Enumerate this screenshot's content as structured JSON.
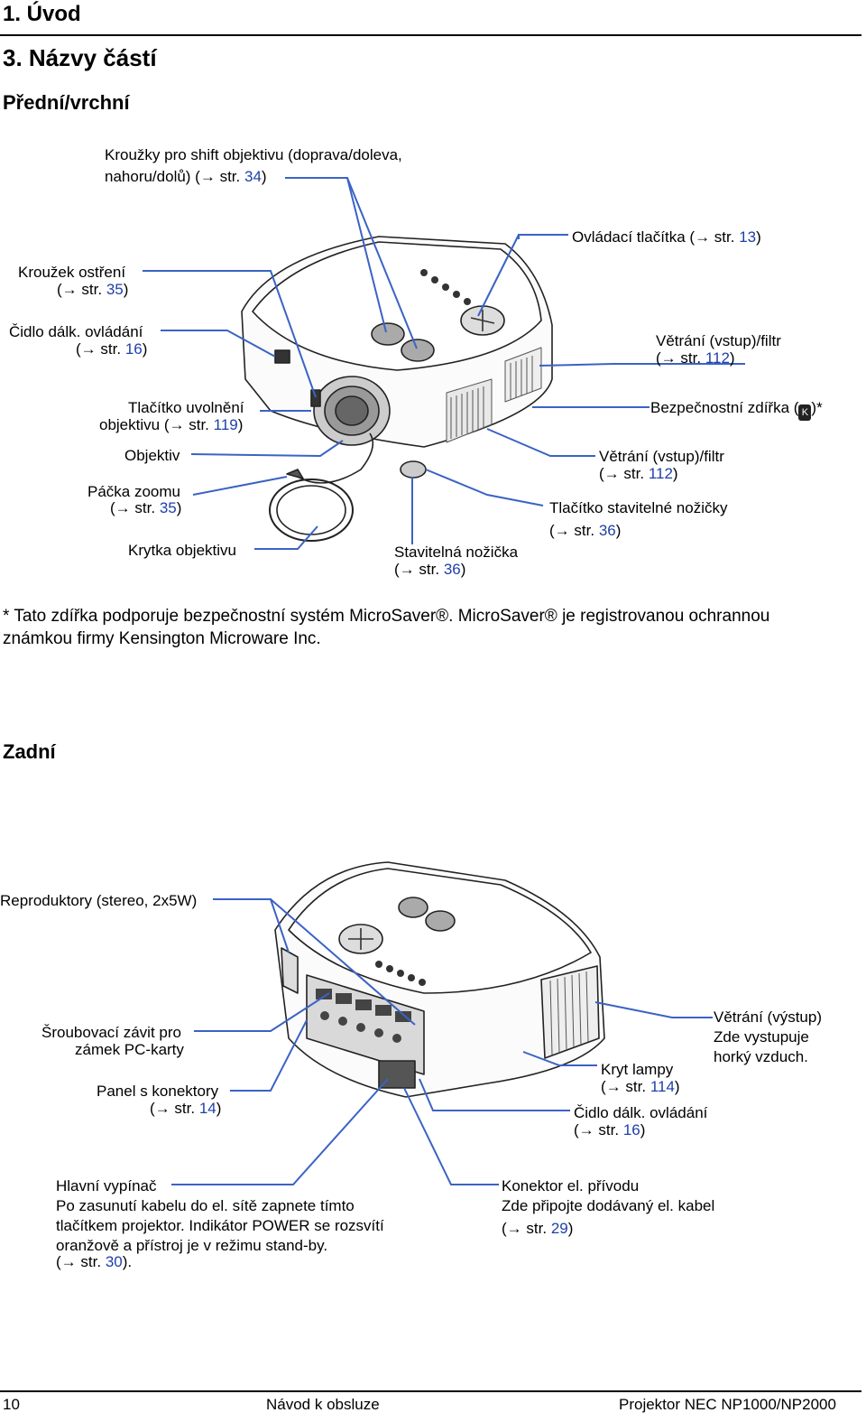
{
  "header": {
    "chapter": "1. Úvod",
    "section": "3. Názvy částí",
    "front_heading": "Přední/vrchní",
    "rear_heading": "Zadní"
  },
  "arrow_glyph": "→",
  "front_labels": {
    "shift_rings_l1": "Kroužky pro shift objektivu (doprava/doleva,",
    "shift_rings_l2": "nahoru/dolů) (",
    "shift_rings_ref": "34",
    "control_buttons": "Ovládací tlačítka (",
    "control_buttons_ref": "13",
    "focus_ring": "Kroužek ostření",
    "focus_ring_ref": "35",
    "remote_sensor": "Čidlo dálk. ovládání",
    "remote_sensor_ref": "16",
    "vent_intake1": "Větrání (vstup)/filtr",
    "vent_intake1_ref": "112",
    "lens_release_l1": "Tlačítko uvolnění",
    "lens_release_l2": "objektivu (",
    "lens_release_ref": "119",
    "security_slot": "Bezpečnostní zdířka (",
    "security_slot_suffix": ")*",
    "lens": "Objektiv",
    "vent_intake2": "Větrání (vstup)/filtr",
    "vent_intake2_ref": "112",
    "zoom_lever": "Páčka zoomu",
    "zoom_lever_ref": "35",
    "foot_button": "Tlačítko stavitelné nožičky",
    "foot_button_ref": "36",
    "lens_cap": "Krytka objektivu",
    "adjustable_foot": "Stavitelná nožička",
    "adjustable_foot_ref": "36"
  },
  "str_prefix": "str. ",
  "footnote": {
    "line1": "* Tato zdířka podporuje bezpečnostní systém MicroSaver®. MicroSaver® je registrovanou ochrannou",
    "line2": "známkou firmy Kensington Microware Inc."
  },
  "rear_labels": {
    "speakers": "Reproduktory (stereo, 2x5W)",
    "pc_lock_l1": "Šroubovací závit pro",
    "pc_lock_l2": "zámek PC-karty",
    "vent_exhaust_l1": "Větrání (výstup)",
    "vent_exhaust_l2": "Zde vystupuje",
    "vent_exhaust_l3": "horký vzduch.",
    "lamp_cover": "Kryt lampy",
    "lamp_cover_ref": "114",
    "connector_panel": "Panel s konektory",
    "connector_panel_ref": "14",
    "remote_sensor": "Čidlo dálk. ovládání",
    "remote_sensor_ref": "16",
    "main_switch_l1": "Hlavní vypínač",
    "main_switch_l2": "Po zasunutí kabelu do el. sítě zapnete tímto",
    "main_switch_l3": "tlačítkem projektor. Indikátor POWER se rozsvítí",
    "main_switch_l4": "oranžově a přístroj je v režimu stand-by.",
    "main_switch_ref": "30",
    "ac_in_l1": "Konektor el. přívodu",
    "ac_in_l2": "Zde připojte dodávaný el. kabel",
    "ac_in_ref": "29"
  },
  "footer": {
    "page": "10",
    "center": "Návod k obsluze",
    "right": "Projektor NEC NP1000/NP2000"
  },
  "colors": {
    "leader": "#3b63c4",
    "ref": "#1f3fa8"
  }
}
